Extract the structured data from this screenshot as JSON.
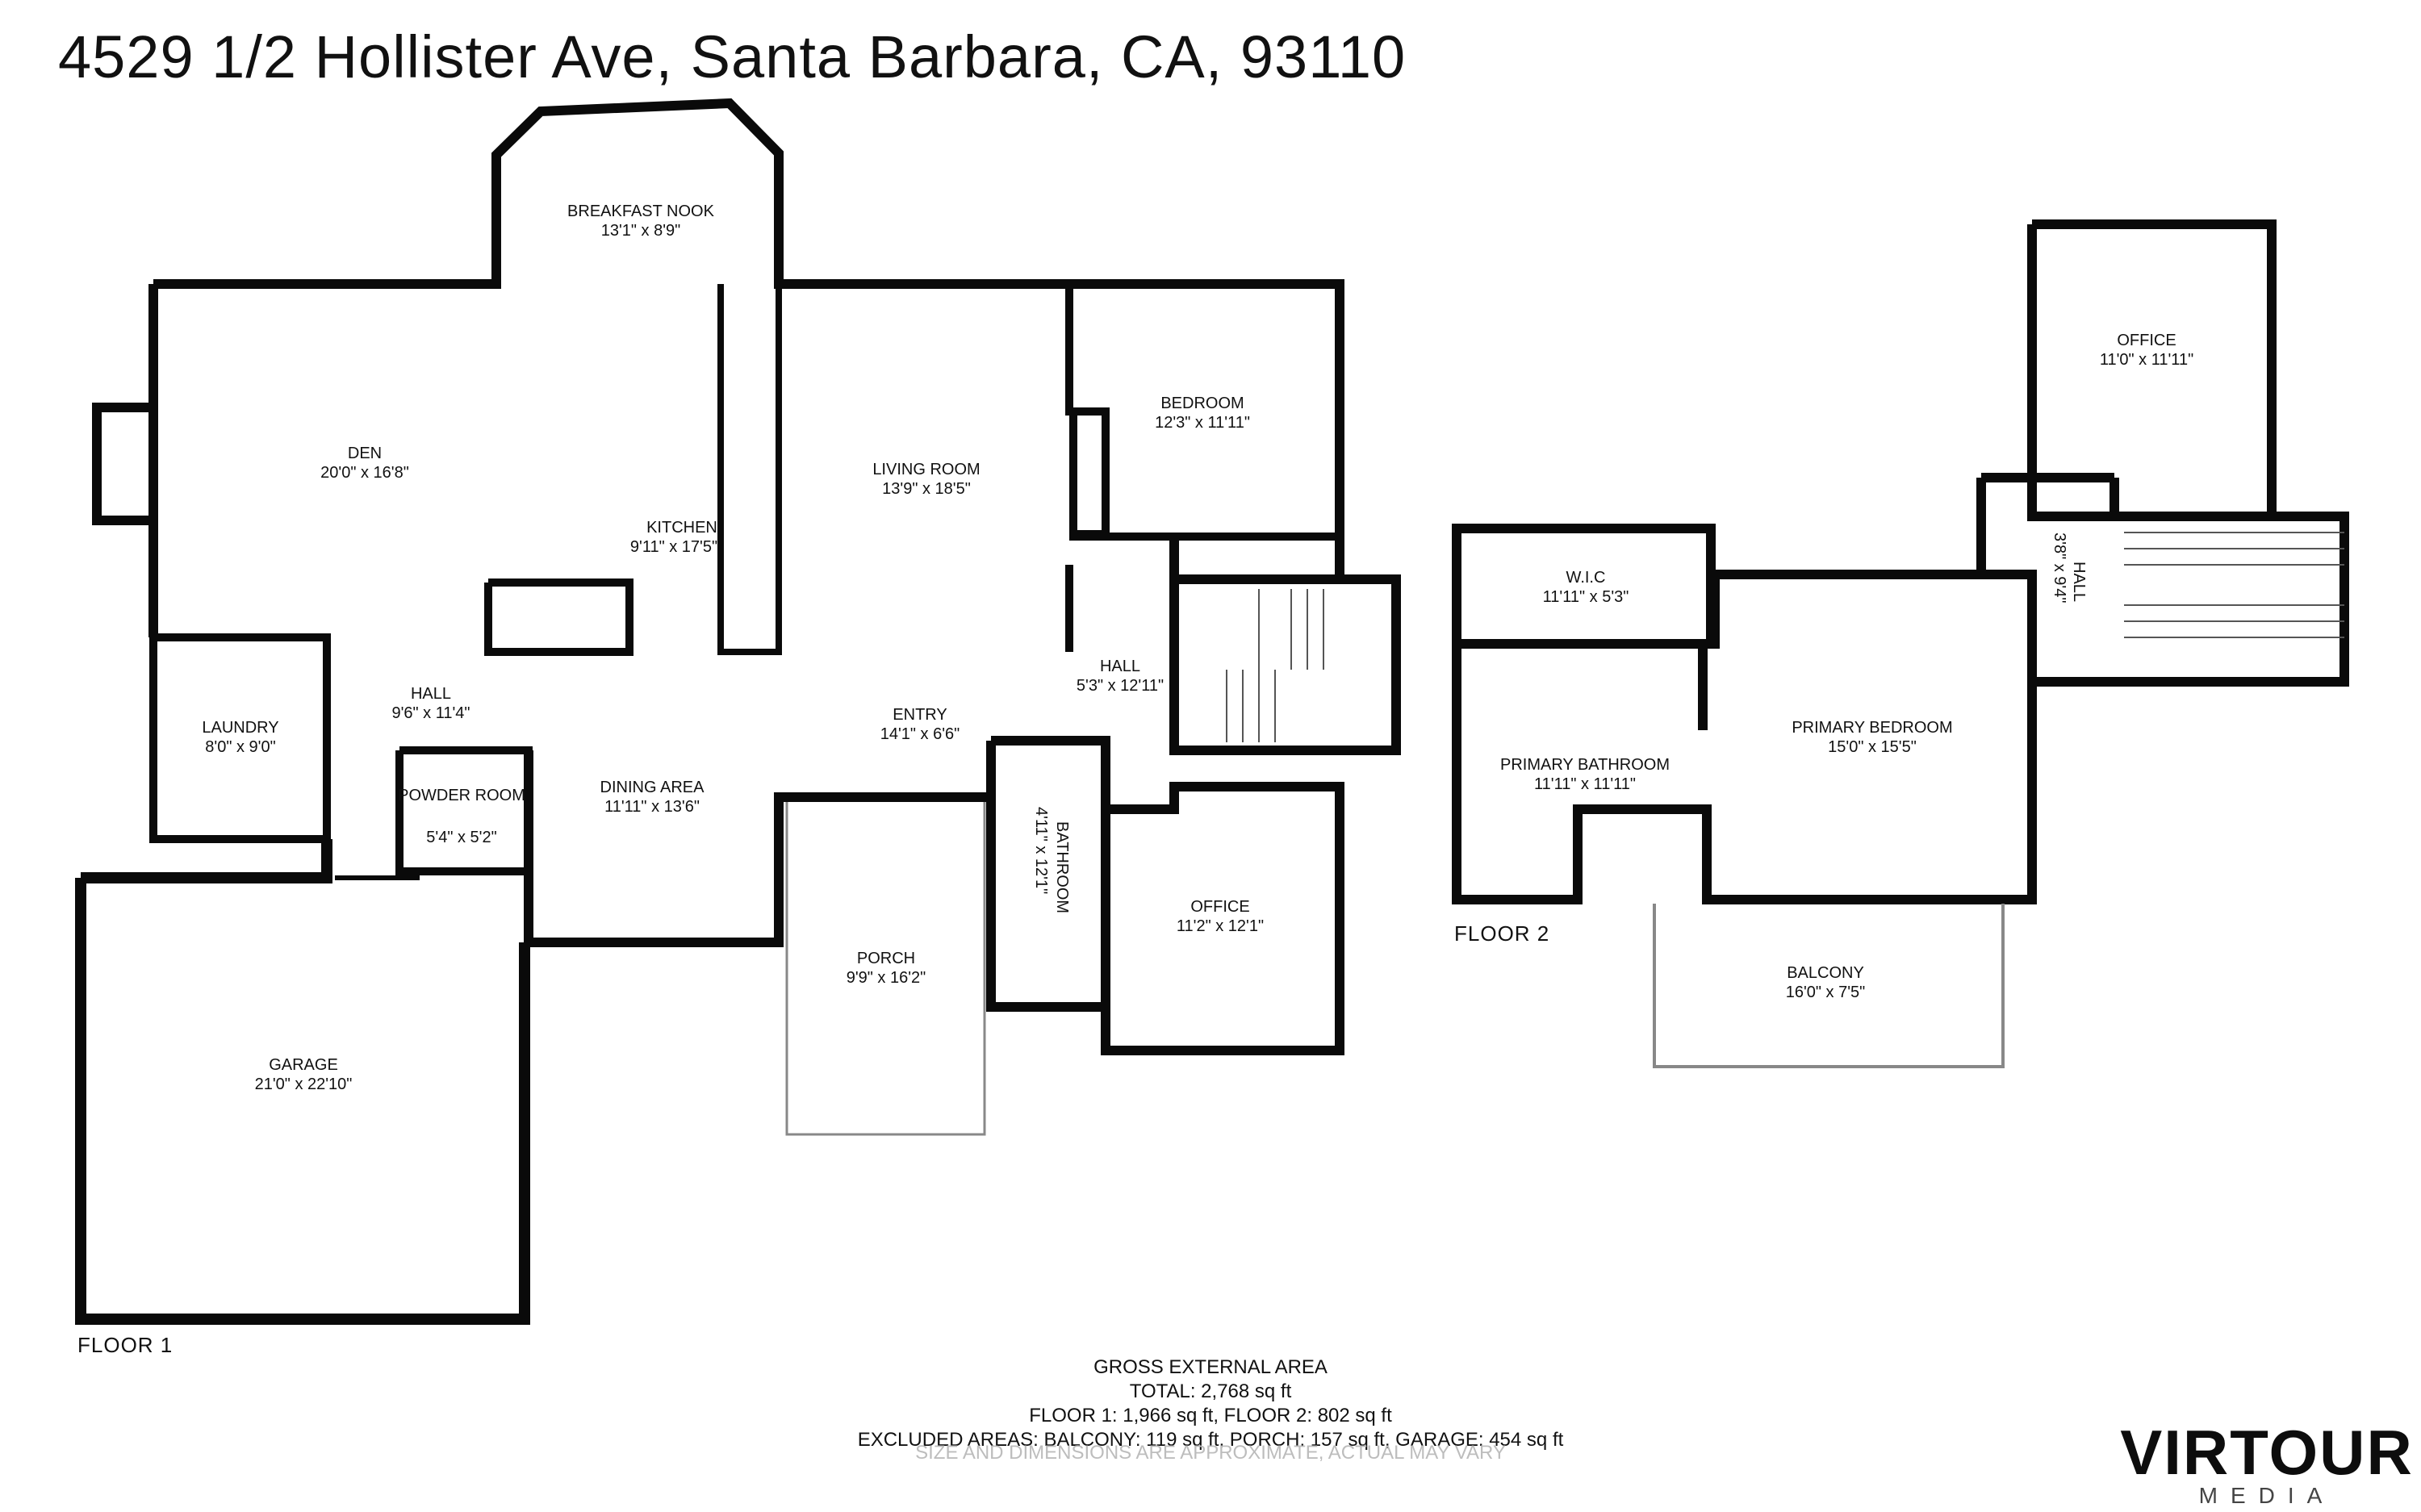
{
  "title": "4529 1/2 Hollister Ave, Santa Barbara, CA, 93110",
  "floors": {
    "floor1": "FLOOR 1",
    "floor2": "FLOOR 2"
  },
  "rooms": {
    "breakfast_nook": {
      "name": "BREAKFAST NOOK",
      "dims": "13'1\" x 8'9\""
    },
    "den": {
      "name": "DEN",
      "dims": "20'0\" x 16'8\""
    },
    "kitchen": {
      "name": "KITCHEN",
      "dims": "9'11\" x 17'5\""
    },
    "living_room": {
      "name": "LIVING ROOM",
      "dims": "13'9\" x 18'5\""
    },
    "bedroom": {
      "name": "BEDROOM",
      "dims": "12'3\" x 11'11\""
    },
    "hall_1": {
      "name": "HALL",
      "dims": "5'3\" x 12'11\""
    },
    "hall_2": {
      "name": "HALL",
      "dims": "9'6\" x 11'4\""
    },
    "laundry": {
      "name": "LAUNDRY",
      "dims": "8'0\" x 9'0\""
    },
    "powder_room": {
      "name": "POWDER ROOM",
      "dims": "5'4\" x 5'2\""
    },
    "dining_area": {
      "name": "DINING AREA",
      "dims": "11'11\" x 13'6\""
    },
    "entry": {
      "name": "ENTRY",
      "dims": "14'1\" x 6'6\""
    },
    "bathroom": {
      "name": "BATHROOM",
      "dims": "4'11\" x 12'1\""
    },
    "office_1": {
      "name": "OFFICE",
      "dims": "11'2\" x 12'1\""
    },
    "porch": {
      "name": "PORCH",
      "dims": "9'9\" x 16'2\""
    },
    "garage": {
      "name": "GARAGE",
      "dims": "21'0\" x 22'10\""
    },
    "office_2": {
      "name": "OFFICE",
      "dims": "11'0\" x 11'11\""
    },
    "hall_3": {
      "name": "HALL",
      "dims": "3'8\" x 9'4\""
    },
    "wic": {
      "name": "W.I.C",
      "dims": "11'11\" x 5'3\""
    },
    "primary_bathroom": {
      "name": "PRIMARY BATHROOM",
      "dims": "11'11\" x 11'11\""
    },
    "primary_bedroom": {
      "name": "PRIMARY BEDROOM",
      "dims": "15'0\" x 15'5\""
    },
    "balcony": {
      "name": "BALCONY",
      "dims": "16'0\" x 7'5\""
    }
  },
  "area": {
    "heading": "GROSS EXTERNAL AREA",
    "total": "TOTAL: 2,768 sq ft",
    "floors": "FLOOR 1: 1,966 sq ft, FLOOR 2: 802 sq ft",
    "excluded": "EXCLUDED AREAS: BALCONY: 119 sq ft, PORCH: 157 sq ft, GARAGE: 454 sq ft",
    "disclaimer": "SIZE AND DIMENSIONS ARE APPROXIMATE, ACTUAL MAY VARY"
  },
  "brand": {
    "name": "VIRTOUR",
    "sub": "MEDIA"
  },
  "colors": {
    "wall": "#0a0a0a",
    "fixture": "#555555",
    "window": "#9a9a9a"
  }
}
